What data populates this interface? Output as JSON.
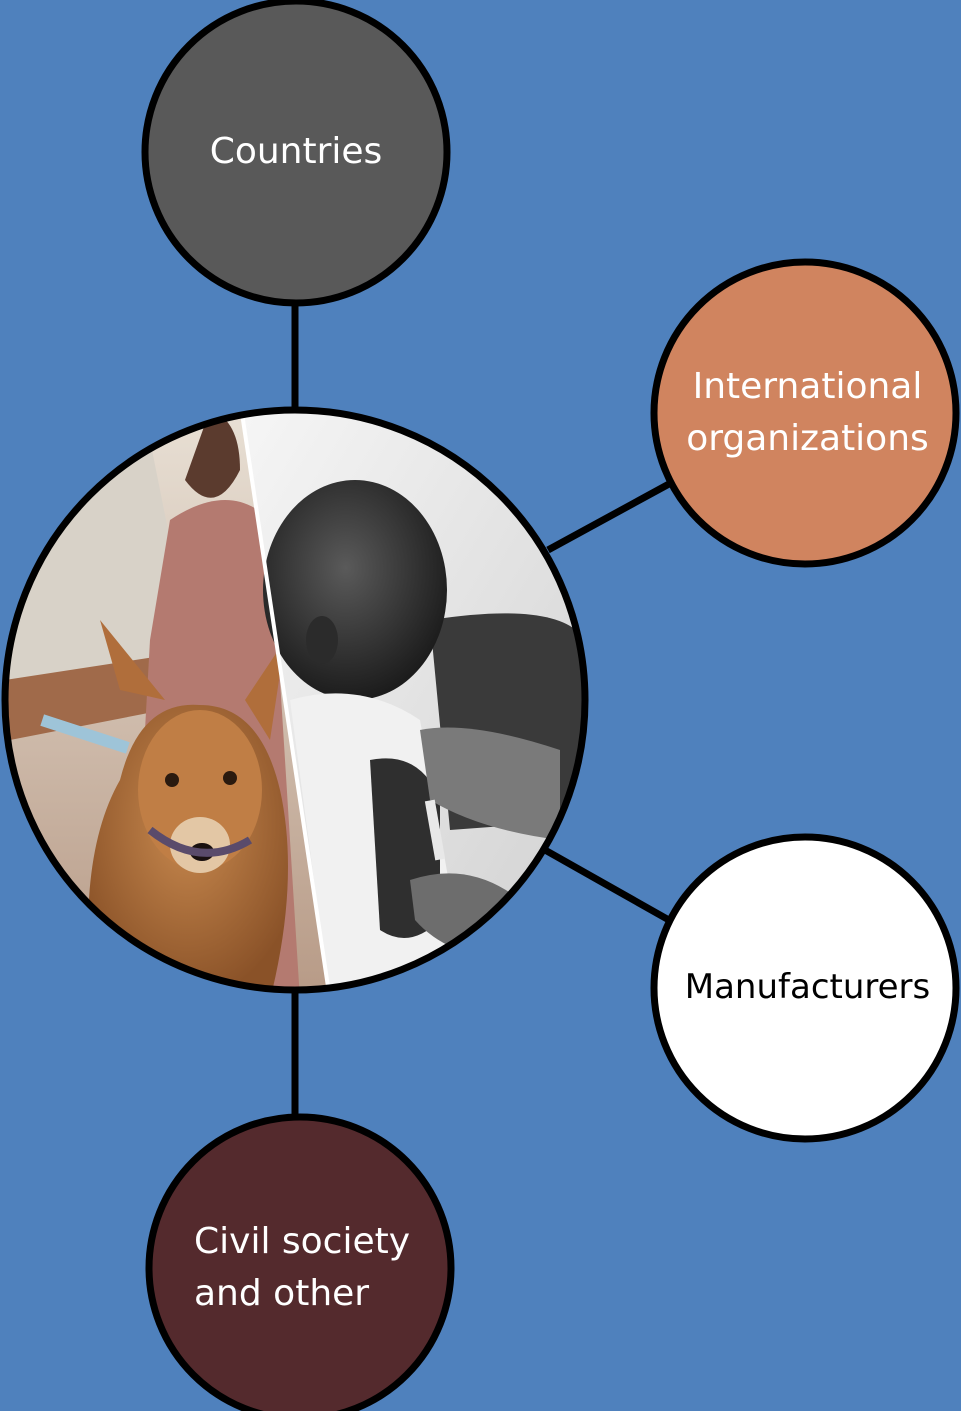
{
  "nodes": {
    "countries": {
      "lines": [
        "Countries"
      ],
      "fill": "#595959",
      "text_color": "#ffffff"
    },
    "international": {
      "lines": [
        "International",
        "organizations"
      ],
      "fill": "#d0845f",
      "text_color": "#ffffff"
    },
    "manufacturers": {
      "lines": [
        "Manufacturers"
      ],
      "fill": "#ffffff",
      "text_color": "#000000"
    },
    "civil": {
      "lines": [
        "Civil society",
        "and other"
      ],
      "fill": "#542a2d",
      "text_color": "#ffffff"
    }
  },
  "center": {
    "photo_left": "dog-vaccination-photo",
    "photo_right": "child-vaccination-photo"
  },
  "colors": {
    "background": "#4f81bd",
    "outline": "#000000"
  }
}
